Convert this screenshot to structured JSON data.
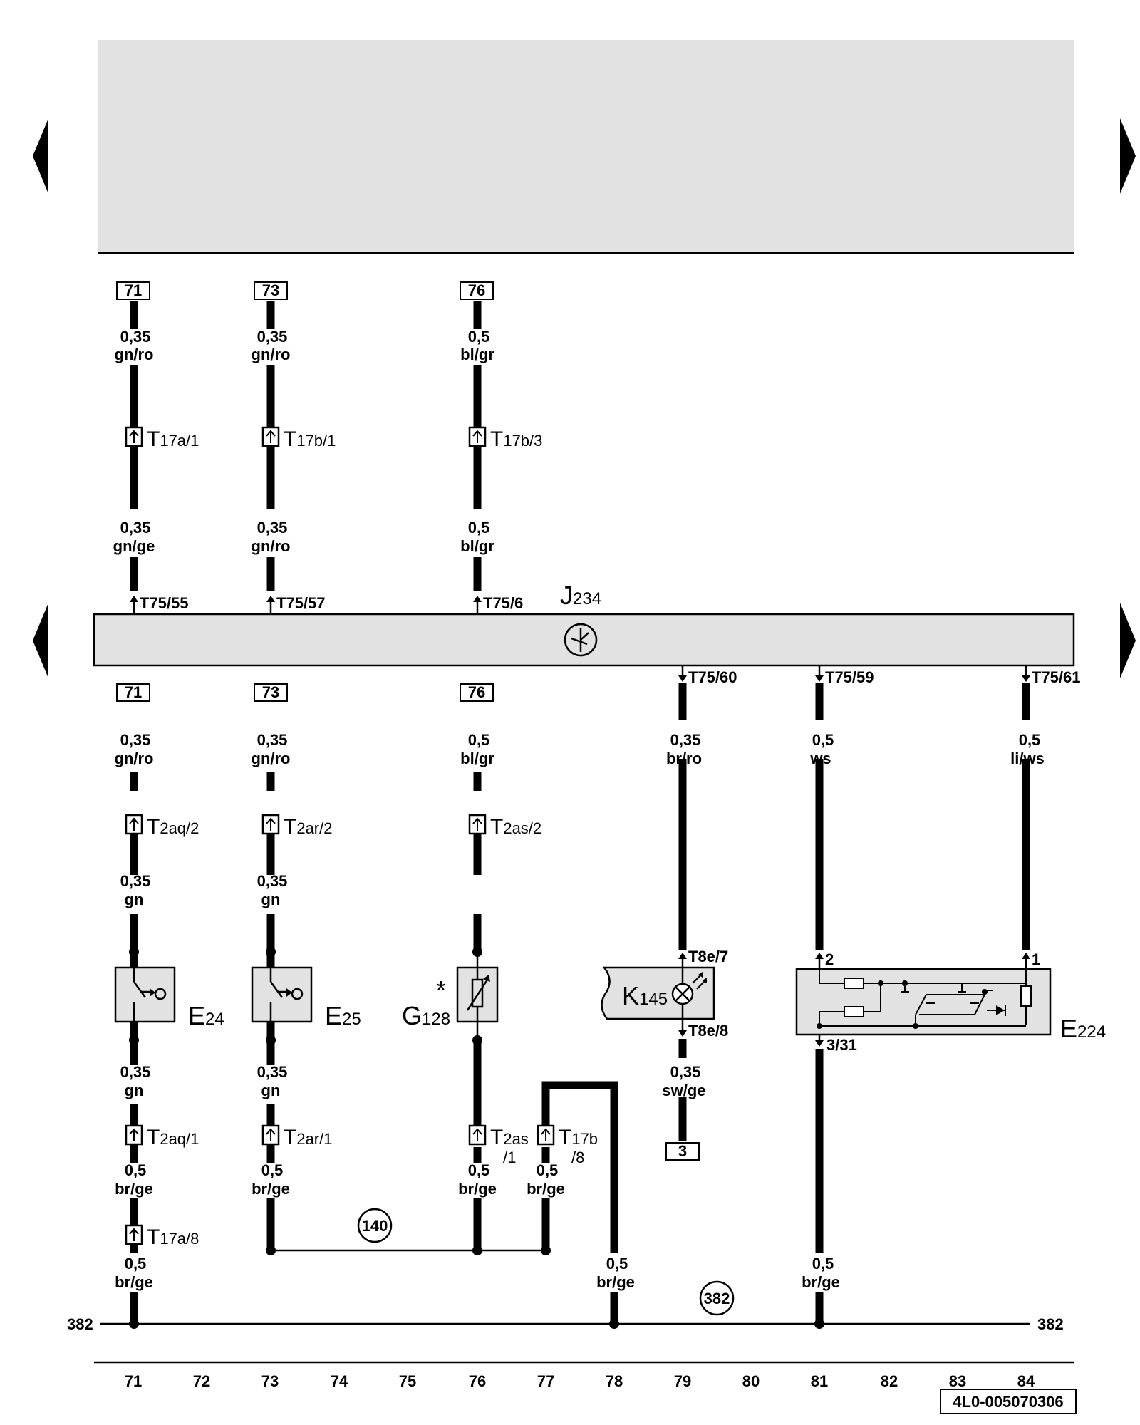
{
  "control_unit": {
    "name": "J",
    "sub": "234"
  },
  "ref_boxes_top": [
    "71",
    "73",
    "76"
  ],
  "ref_boxes_bottom": [
    "71",
    "73",
    "76",
    "3"
  ],
  "wires": {
    "w71_top_a": {
      "size": "0,35",
      "color": "gn/ro"
    },
    "w73_top_a": {
      "size": "0,35",
      "color": "gn/ro"
    },
    "w76_top_a": {
      "size": "0,5",
      "color": "bl/gr"
    },
    "w71_top_b": {
      "size": "0,35",
      "color": "gn/ge"
    },
    "w73_top_b": {
      "size": "0,35",
      "color": "gn/ro"
    },
    "w76_top_b": {
      "size": "0,5",
      "color": "bl/gr"
    },
    "w71_mid": {
      "size": "0,35",
      "color": "gn/ro"
    },
    "w73_mid": {
      "size": "0,35",
      "color": "gn/ro"
    },
    "w76_mid": {
      "size": "0,5",
      "color": "bl/gr"
    },
    "w79_mid": {
      "size": "0,35",
      "color": "br/ro"
    },
    "w81_mid": {
      "size": "0,5",
      "color": "ws"
    },
    "w84_mid": {
      "size": "0,5",
      "color": "li/ws"
    },
    "w71_sw_in": {
      "size": "0,35",
      "color": "gn"
    },
    "w73_sw_in": {
      "size": "0,35",
      "color": "gn"
    },
    "w71_sw_out": {
      "size": "0,35",
      "color": "gn"
    },
    "w73_sw_out": {
      "size": "0,35",
      "color": "gn"
    },
    "w71_low": {
      "size": "0,5",
      "color": "br/ge"
    },
    "w73_low": {
      "size": "0,5",
      "color": "br/ge"
    },
    "w76_low": {
      "size": "0,5",
      "color": "br/ge"
    },
    "w77_low": {
      "size": "0,5",
      "color": "br/ge"
    },
    "w79_low": {
      "size": "0,35",
      "color": "sw/ge"
    },
    "w71_gnd": {
      "size": "0,5",
      "color": "br/ge"
    },
    "w78_gnd": {
      "size": "0,5",
      "color": "br/ge"
    },
    "w81_gnd": {
      "size": "0,5",
      "color": "br/ge"
    }
  },
  "connectors": {
    "t17a1": {
      "main": "T",
      "sub": "17a/1"
    },
    "t17b1": {
      "main": "T",
      "sub": "17b/1"
    },
    "t17b3": {
      "main": "T",
      "sub": "17b/3"
    },
    "t2aq2": {
      "main": "T",
      "sub": "2aq/2"
    },
    "t2ar2": {
      "main": "T",
      "sub": "2ar/2"
    },
    "t2as2": {
      "main": "T",
      "sub": "2as/2"
    },
    "t2aq1": {
      "main": "T",
      "sub": "2aq/1"
    },
    "t2ar1": {
      "main": "T",
      "sub": "2ar/1"
    },
    "t2as1": {
      "main": "T",
      "sub": "2as",
      "sub2": "/1"
    },
    "t17b8": {
      "main": "T",
      "sub": "17b",
      "sub2": "/8"
    },
    "t17a8": {
      "main": "T",
      "sub": "17a/8"
    }
  },
  "pins": {
    "p75_55": "T75/55",
    "p75_57": "T75/57",
    "p75_6": "T75/6",
    "p75_60": "T75/60",
    "p75_59": "T75/59",
    "p75_61": "T75/61",
    "p8e7": "T8e/7",
    "p8e8": "T8e/8",
    "p2": "2",
    "p1": "1",
    "p331": "3/31"
  },
  "components": {
    "e24": {
      "main": "E",
      "sub": "24"
    },
    "e25": {
      "main": "E",
      "sub": "25"
    },
    "g128": {
      "main": "G",
      "sub": "128",
      "mark": "*"
    },
    "k145": {
      "main": "K",
      "sub": "145"
    },
    "e224": {
      "main": "E",
      "sub": "224"
    }
  },
  "ground": {
    "left_label": "382",
    "right_label": "382",
    "circle_label": "382",
    "splice_label": "140"
  },
  "columns": [
    "71",
    "72",
    "73",
    "74",
    "75",
    "76",
    "77",
    "78",
    "79",
    "80",
    "81",
    "82",
    "83",
    "84"
  ],
  "doc_id": "4L0-005070306",
  "colors": {
    "ink": "#000000",
    "panel": "#e2e2e2",
    "paper": "#ffffff"
  }
}
